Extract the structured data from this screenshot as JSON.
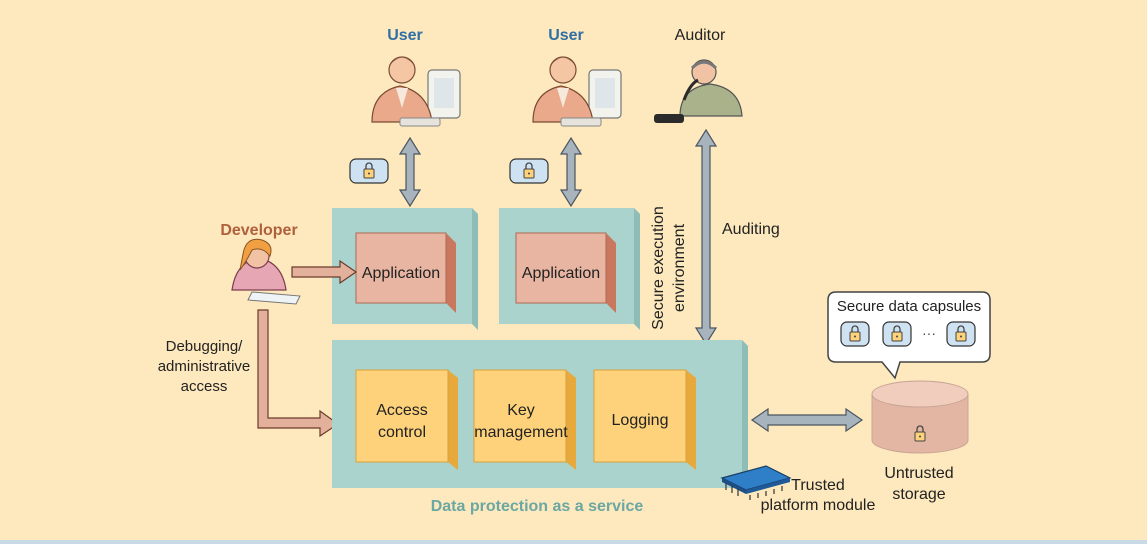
{
  "actors": {
    "user_left": "User",
    "user_right": "User",
    "auditor": "Auditor",
    "developer": "Developer"
  },
  "labels": {
    "debugging": [
      "Debugging/",
      "administrative",
      "access"
    ],
    "auditing": "Auditing",
    "secure_env": [
      "Secure execution",
      "environment"
    ],
    "data_protection": "Data protection as a service",
    "secure_capsules": "Secure data capsules",
    "ellipsis": "···",
    "tpm": [
      "Trusted",
      "platform module"
    ],
    "untrusted": [
      "Untrusted",
      "storage"
    ]
  },
  "boxes": {
    "app_left": "Application",
    "app_right": "Application",
    "access_control": [
      "Access",
      "control"
    ],
    "key_mgmt": [
      "Key",
      "management"
    ],
    "logging": "Logging"
  },
  "colors": {
    "background": "#fde9bd",
    "teal_face": "#a9d3cc",
    "teal_side": "#8dbdb6",
    "salmon_face": "#e7b5a1",
    "salmon_side": "#c9775f",
    "yellow_face": "#fdd27a",
    "yellow_side": "#e8a93c",
    "arrow_grey": "#a7b3bd",
    "arrow_salmon": "#e3b09c",
    "user_blue": "#2f6fa6",
    "developer_brown": "#b0603c",
    "caption_teal": "#6ba7a3",
    "lock_blue": "#cfe2f2"
  }
}
